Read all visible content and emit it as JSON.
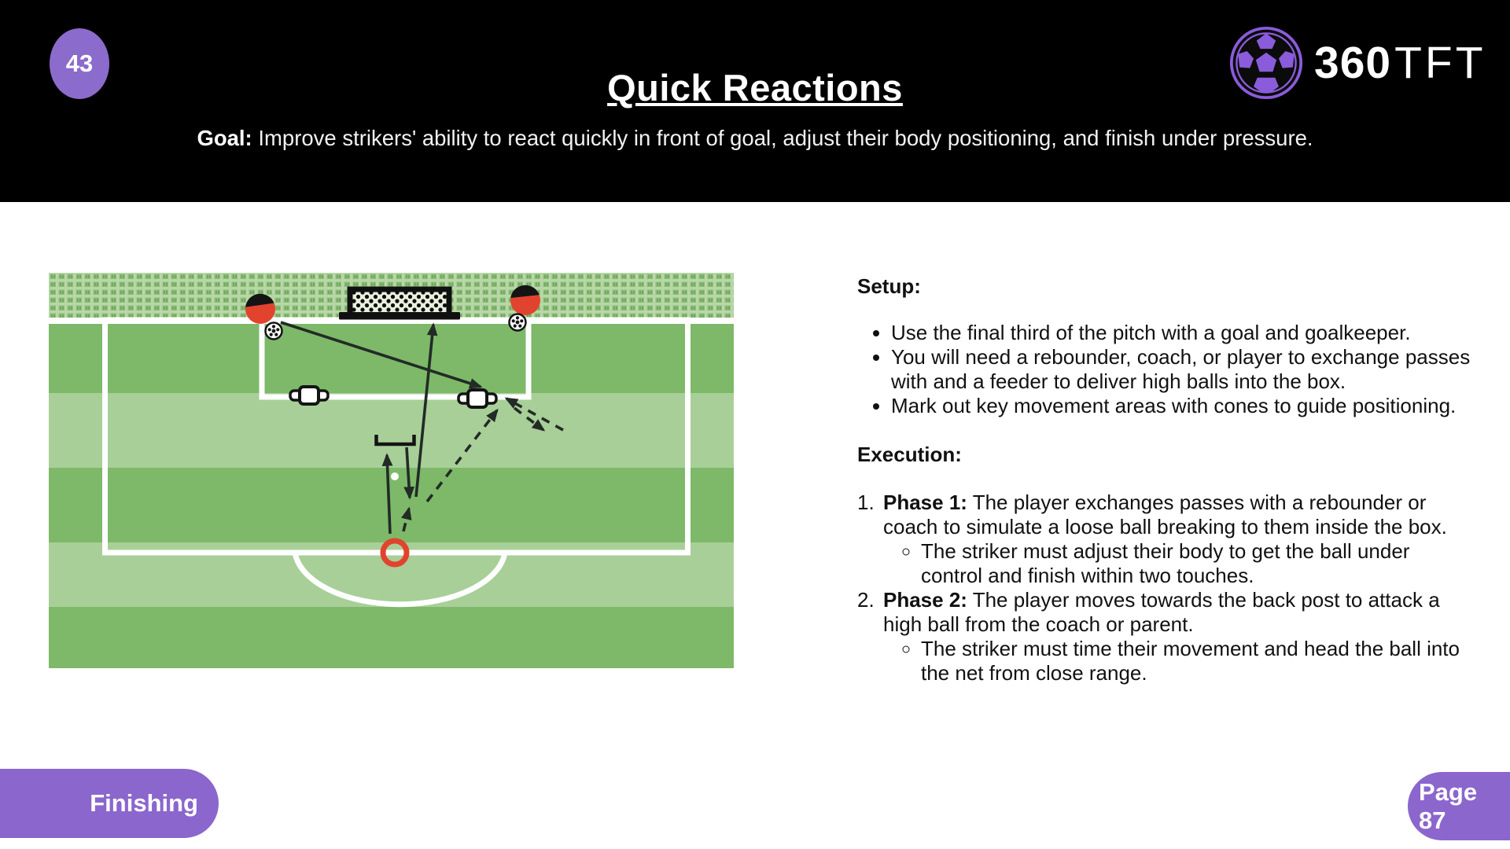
{
  "page": {
    "drill_number": "43",
    "title": "Quick Reactions",
    "goal_label": "Goal:",
    "goal_text": " Improve strikers' ability to react quickly in front of goal, adjust their body positioning, and finish under pressure.",
    "category": "Finishing",
    "page_label": "Page 87"
  },
  "brand": {
    "name_bold": "360",
    "name_light": "TFT"
  },
  "setup": {
    "heading": "Setup:",
    "items": [
      "Use the final third of the pitch with a goal and goalkeeper.",
      "You will need a rebounder, coach, or player to exchange passes with and a feeder to deliver high balls into the box.",
      "Mark out key movement areas with cones to guide positioning."
    ]
  },
  "execution": {
    "heading": "Execution:",
    "items": [
      {
        "bold": "Phase 1:",
        "text": "The player exchanges passes with a rebounder or coach to simulate a loose ball breaking to them inside the box.",
        "sub": [
          "The striker must adjust their body to get the ball under control and finish within two touches."
        ]
      },
      {
        "bold": "Phase 2:",
        "text": "The player moves towards the back post to attack a high ball from the coach or parent.",
        "sub": [
          "The striker must time their movement and head the ball into the net from close range."
        ]
      }
    ]
  },
  "diagram": {
    "colors": {
      "brand_purple": "#8b66cd",
      "pitch_green_dark": "#7db969",
      "pitch_green_light": "#a9cf99",
      "line_white": "#ffffff",
      "player_red": "#e2432e",
      "arrow_dark": "#222b26"
    },
    "elements": [
      "goal",
      "goal-net",
      "penalty-box",
      "six-yard-box",
      "penalty-arc",
      "penalty-spot",
      "red-player-left",
      "red-player-right",
      "ball-left",
      "ball-right",
      "rebounder-left",
      "rebounder-right",
      "mini-rebounder",
      "striker-ring",
      "solid-pass-arrows",
      "dashed-run-arrows"
    ]
  }
}
